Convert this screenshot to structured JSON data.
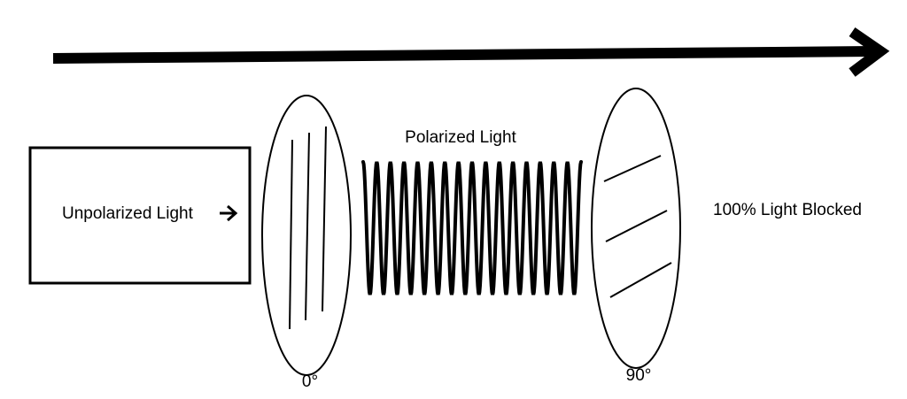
{
  "labels": {
    "source": "Unpolarized Light",
    "polarized": "Polarized Light",
    "result": "100% Light Blocked",
    "filter1_angle": "0°",
    "filter2_angle": "90°"
  },
  "diagram": {
    "stroke_color": "#000000",
    "background_color": "#ffffff",
    "wave_cycles": 16
  }
}
